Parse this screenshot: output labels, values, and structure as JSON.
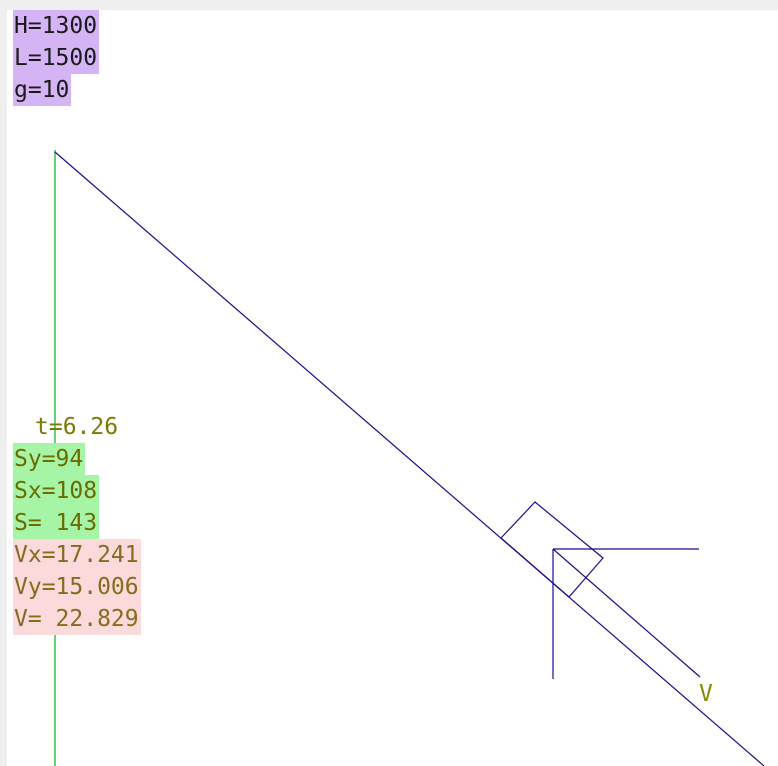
{
  "params": {
    "H": "H=1300",
    "L": "L=1500",
    "g": "g=10"
  },
  "readout": {
    "t": "t=6.26",
    "Sy": "Sy=94",
    "Sx": "Sx=108",
    "S": "S= 143",
    "Vx": "Vx=17.241",
    "Vy": "Vy=15.006",
    "V": "V= 22.829"
  },
  "vector_label": "V",
  "colors": {
    "incline": "#1a0f8a",
    "vertical_axis": "#33c24d",
    "parameters_bg": "#d5b4f5",
    "displacement_bg": "#a6f5a6",
    "velocity_bg": "#fadada"
  }
}
